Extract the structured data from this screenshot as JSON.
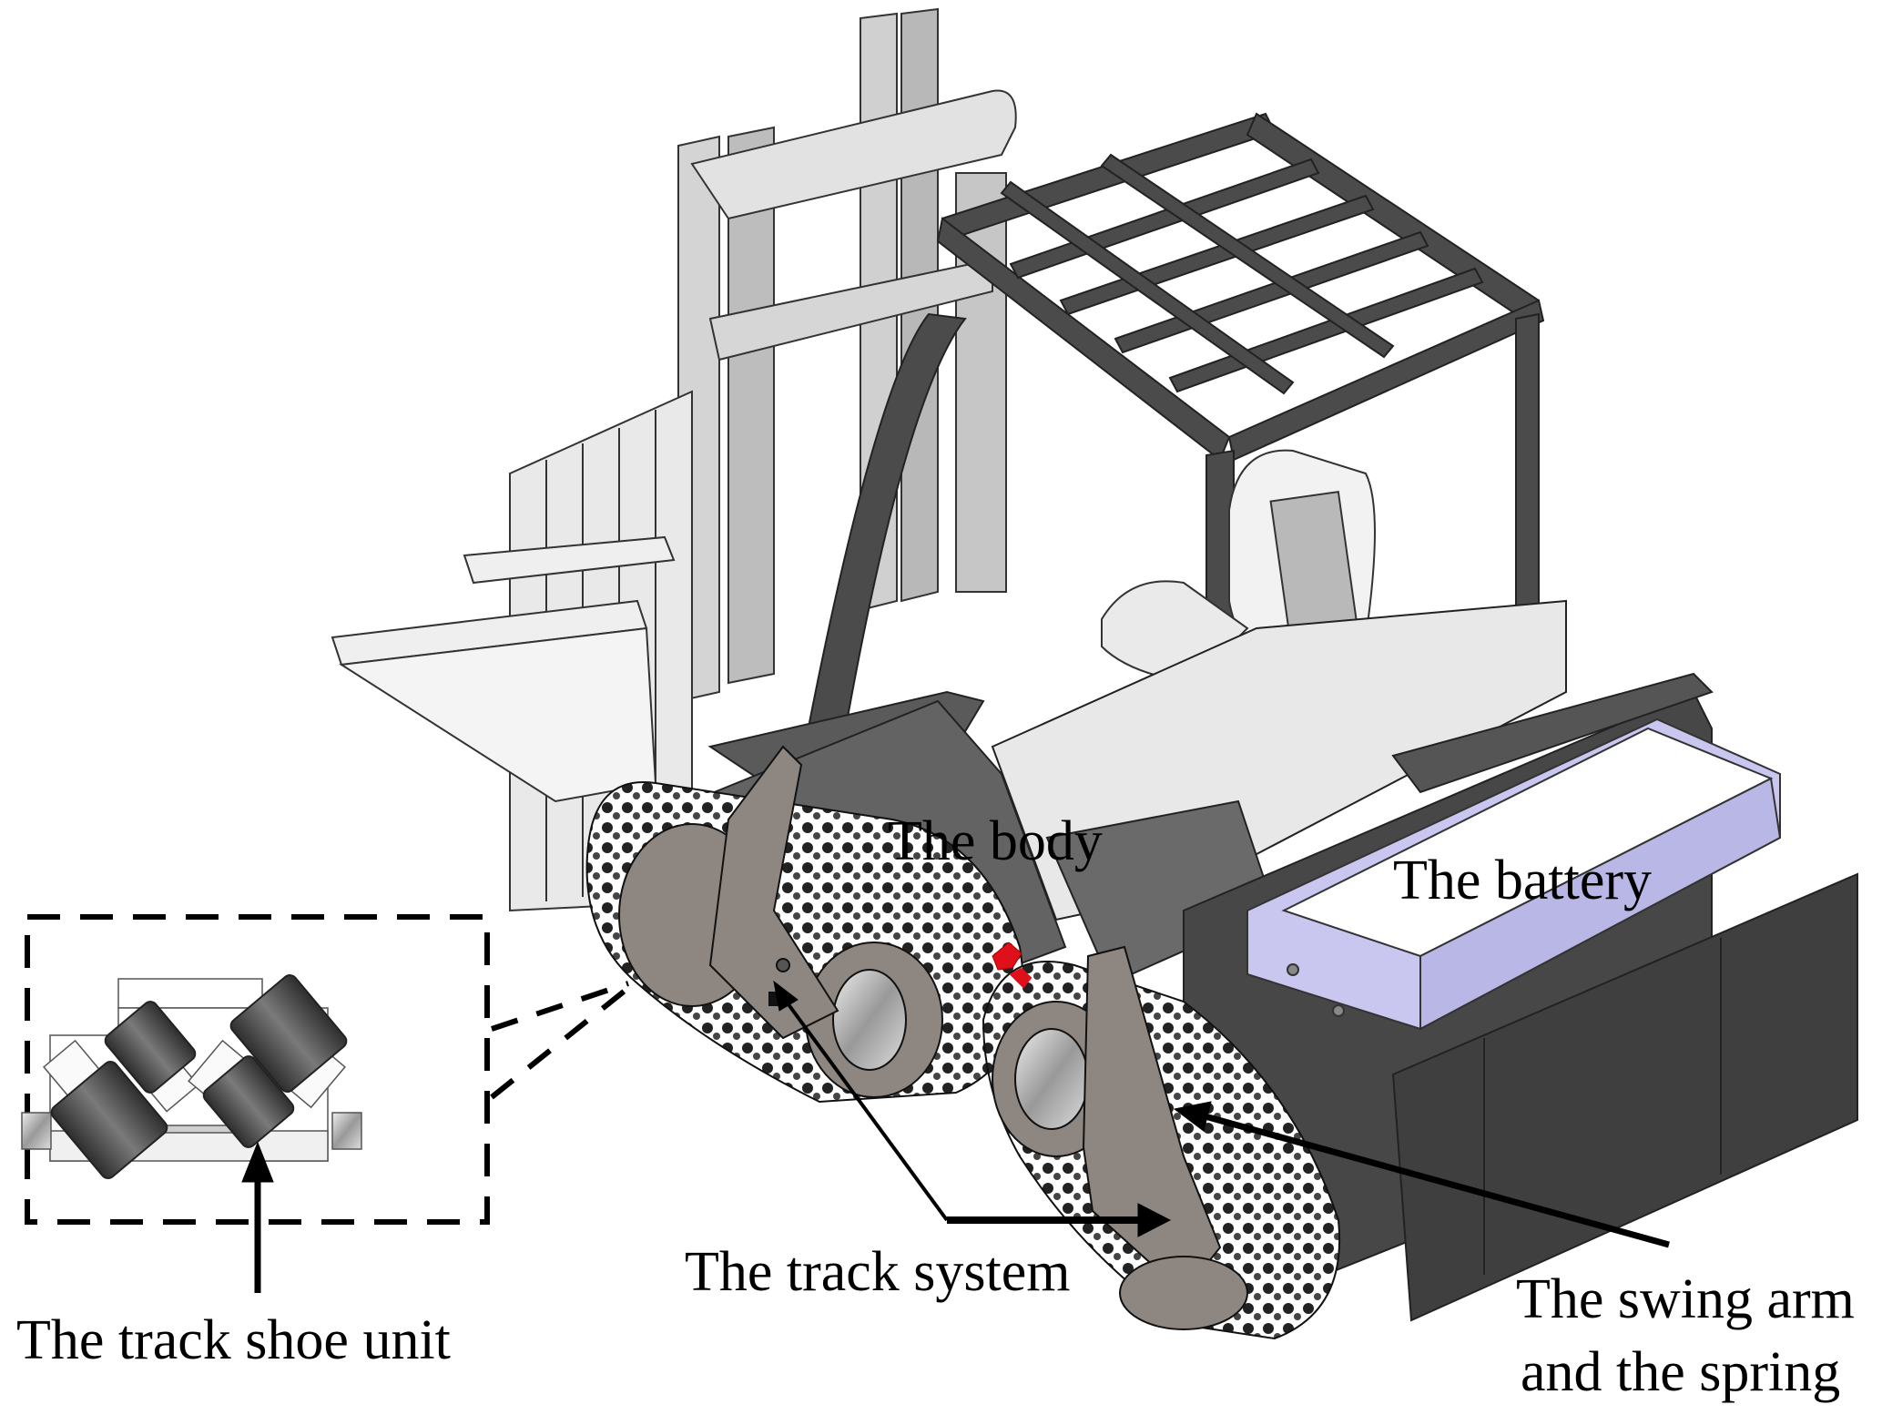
{
  "figure": {
    "subject": "Tracked forklift assembly (CAD rendering)",
    "labels": {
      "body": "The body",
      "battery": "The battery",
      "track_system": "The track system",
      "track_shoe_unit": "The track shoe unit",
      "swing_arm_line1": "The swing arm",
      "swing_arm_line2": "and the spring"
    },
    "colors": {
      "body_dark": "#4a4a4a",
      "body_mid": "#6b6b6b",
      "battery": "#c9c7ef",
      "battery_top": "#ffffff",
      "mast": "#cfcfcf",
      "swing_arm": "#8e8680",
      "roller": "#3f3f3f",
      "spring_red": "#e0101a",
      "arrow": "#000000"
    }
  }
}
